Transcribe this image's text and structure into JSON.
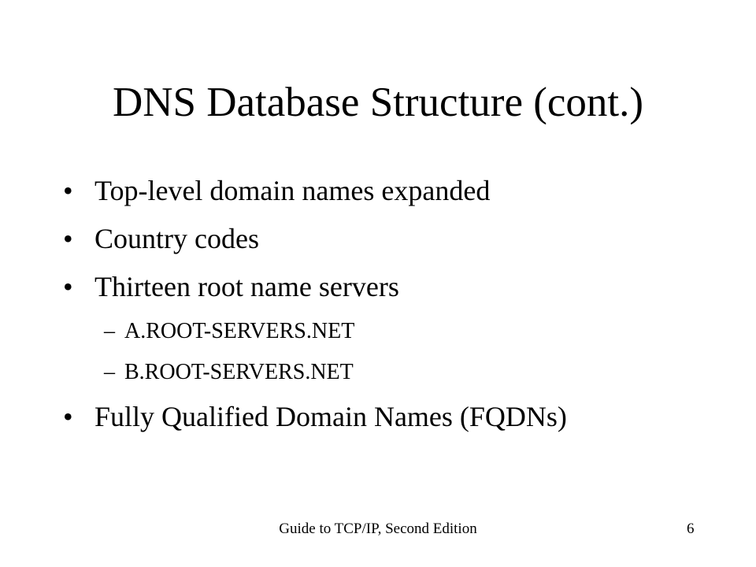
{
  "slide": {
    "title": "DNS Database Structure (cont.)",
    "bullet_marker": "•",
    "dash_marker": "–",
    "items": [
      {
        "text": "Top-level domain names expanded"
      },
      {
        "text": "Country codes"
      },
      {
        "text": "Thirteen root name servers",
        "subitems": [
          "A.ROOT-SERVERS.NET",
          "B.ROOT-SERVERS.NET"
        ]
      },
      {
        "text": "Fully Qualified Domain Names (FQDNs)"
      }
    ],
    "footer": "Guide to TCP/IP, Second Edition",
    "page_number": "6"
  }
}
